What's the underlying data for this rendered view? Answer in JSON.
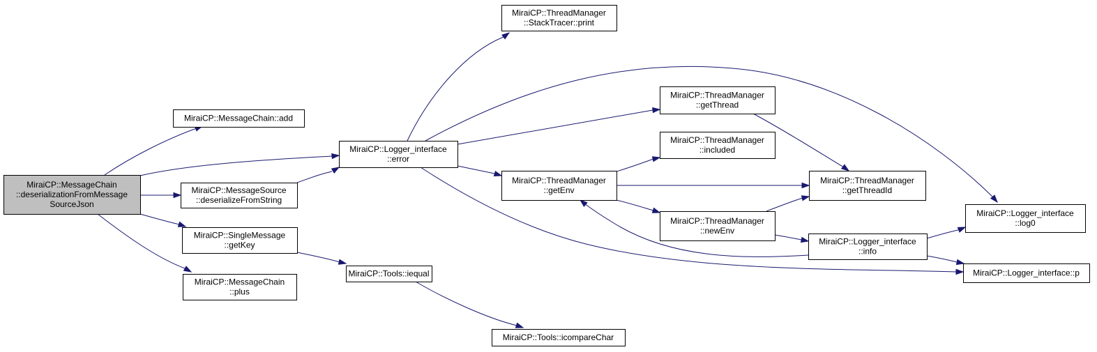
{
  "colors": {
    "edge": "#191970",
    "root_fill": "#bfbfbf",
    "node_fill": "#ffffff",
    "node_stroke": "#000000"
  },
  "nodes": {
    "root": [
      "MiraiCP::MessageChain",
      "::deserializationFromMessage",
      "SourceJson"
    ],
    "add": [
      "MiraiCP::MessageChain::add"
    ],
    "deserializeFromString": [
      "MiraiCP::MessageSource",
      "::deserializeFromString"
    ],
    "getKey": [
      "MiraiCP::SingleMessage",
      "::getKey"
    ],
    "plus": [
      "MiraiCP::MessageChain",
      "::plus"
    ],
    "error": [
      "MiraiCP::Logger_interface",
      "::error"
    ],
    "iequal": [
      "MiraiCP::Tools::iequal"
    ],
    "icompareChar": [
      "MiraiCP::Tools::icompareChar"
    ],
    "stackPrint": [
      "MiraiCP::ThreadManager",
      "::StackTracer::print"
    ],
    "getEnv": [
      "MiraiCP::ThreadManager",
      "::getEnv"
    ],
    "getThread": [
      "MiraiCP::ThreadManager",
      "::getThread"
    ],
    "included": [
      "MiraiCP::ThreadManager",
      "::included"
    ],
    "newEnv": [
      "MiraiCP::ThreadManager",
      "::newEnv"
    ],
    "getThreadId": [
      "MiraiCP::ThreadManager",
      "::getThreadId"
    ],
    "info": [
      "MiraiCP::Logger_interface",
      "::info"
    ],
    "log0": [
      "MiraiCP::Logger_interface",
      "::log0"
    ],
    "p": [
      "MiraiCP::Logger_interface::p"
    ]
  }
}
